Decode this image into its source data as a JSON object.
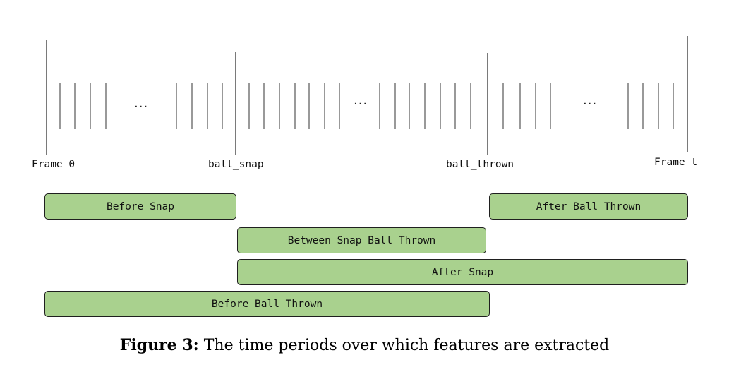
{
  "timeline": {
    "markers": [
      {
        "id": "frame-0",
        "label": "Frame 0"
      },
      {
        "id": "ball-snap",
        "label": "ball_snap"
      },
      {
        "id": "ball-thrown",
        "label": "ball_thrown"
      },
      {
        "id": "frame-t",
        "label": "Frame t"
      }
    ],
    "ellipsis": "..."
  },
  "periods": [
    {
      "id": "before-snap",
      "label": "Before Snap"
    },
    {
      "id": "after-ball-thrown",
      "label": "After Ball Thrown"
    },
    {
      "id": "between-snap-ball-thrown",
      "label": "Between Snap Ball Thrown"
    },
    {
      "id": "after-snap",
      "label": "After Snap"
    },
    {
      "id": "before-ball-thrown",
      "label": "Before Ball Thrown"
    }
  ],
  "caption": {
    "label": "Figure 3:",
    "text": "The time periods over which features are extracted"
  },
  "colors": {
    "period_fill": "#a9d18e",
    "period_border": "#1f1f1f",
    "tick_color": "#333333"
  }
}
